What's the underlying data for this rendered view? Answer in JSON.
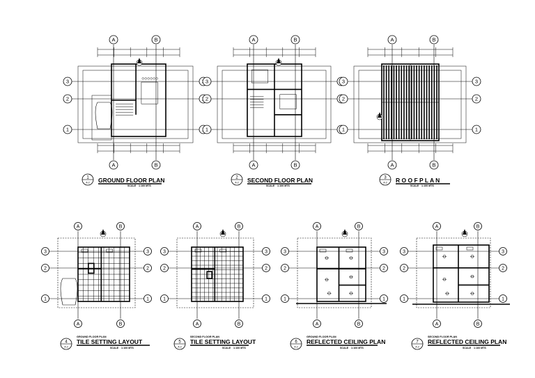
{
  "grid_labels": {
    "a": "A",
    "b": "B",
    "r1": "1",
    "r2": "2",
    "r3": "3"
  },
  "sheet_ref": "A-2",
  "drawings": [
    {
      "id": "ground-floor-plan",
      "number": "1",
      "title": "GROUND FLOOR PLAN",
      "subtitle": "",
      "scale_label": "SCALE",
      "scale_value": "1:100 MTS"
    },
    {
      "id": "second-floor-plan",
      "number": "2",
      "title": "SECOND FLOOR PLAN",
      "subtitle": "",
      "scale_label": "SCALE",
      "scale_value": "1:100 MTS"
    },
    {
      "id": "roof-plan",
      "number": "3",
      "title": "R O O F   P L A N",
      "subtitle": "",
      "scale_label": "SCALE",
      "scale_value": "1:100 MTS"
    },
    {
      "id": "tile-setting-ground",
      "number": "4",
      "title": "TILE SETTING LAYOUT",
      "subtitle": "GROUND FLOOR PLAN",
      "scale_label": "SCALE",
      "scale_value": "1:100 MTS"
    },
    {
      "id": "tile-setting-second",
      "number": "5",
      "title": "TILE SETTING LAYOUT",
      "subtitle": "SECOND FLOOR PLAN",
      "scale_label": "SCALE",
      "scale_value": "1:100 MTS"
    },
    {
      "id": "reflected-ceiling-ground",
      "number": "6",
      "title": "REFLECTED CEILING PLAN",
      "subtitle": "GROUND FLOOR PLAN",
      "scale_label": "SCALE",
      "scale_value": "1:100 MTS"
    },
    {
      "id": "reflected-ceiling-second",
      "number": "7",
      "title": "REFLECTED CEILING PLAN",
      "subtitle": "SECOND FLOOR PLAN",
      "scale_label": "SCALE",
      "scale_value": "1:100 MTS"
    }
  ]
}
